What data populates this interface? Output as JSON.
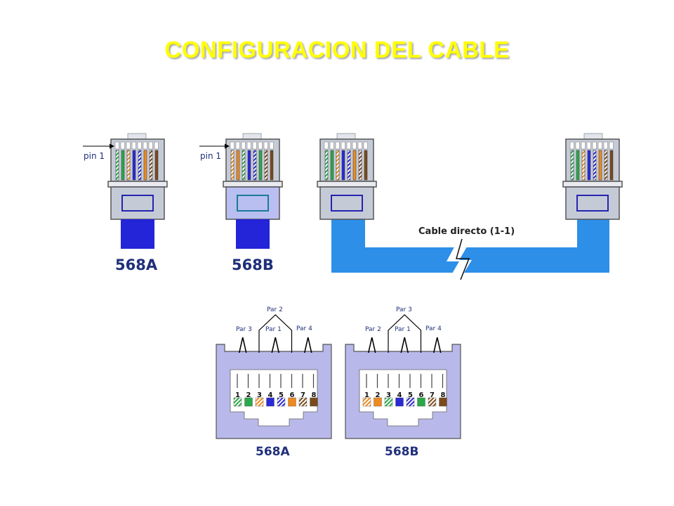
{
  "title": "CONFIGURACION DEL CABLE",
  "colors": {
    "title": "#ffff00",
    "label": "#1f2f7a",
    "cable_blue": "#2d8fe8",
    "boot_blue": "#2424d8",
    "connector_gray": "#c5cbd6",
    "jack_lavender": "#b8b8ea"
  },
  "top_row": {
    "connector_568a": {
      "pin_label": "pin 1",
      "standard_label": "568A"
    },
    "connector_568b": {
      "pin_label": "pin 1",
      "standard_label": "568B"
    },
    "straight_cable": {
      "label": "Cable directo (1-1)"
    }
  },
  "bottom_row": {
    "jack_568a": {
      "standard_label": "568A",
      "pair_labels": {
        "left": "Par 3",
        "top": "Par 2",
        "center": "Par 1",
        "right": "Par 4"
      },
      "pin_numbers": [
        "1",
        "2",
        "3",
        "4",
        "5",
        "6",
        "7",
        "8"
      ],
      "pin_colors": [
        "white-green",
        "green",
        "white-orange",
        "blue",
        "white-blue",
        "orange",
        "white-brown",
        "brown"
      ]
    },
    "jack_568b": {
      "standard_label": "568B",
      "pair_labels": {
        "left": "Par 2",
        "top": "Par 3",
        "center": "Par 1",
        "right": "Par 4"
      },
      "pin_numbers": [
        "1",
        "2",
        "3",
        "4",
        "5",
        "6",
        "7",
        "8"
      ],
      "pin_colors": [
        "white-orange",
        "orange",
        "white-green",
        "blue",
        "white-blue",
        "green",
        "white-brown",
        "brown"
      ]
    }
  }
}
